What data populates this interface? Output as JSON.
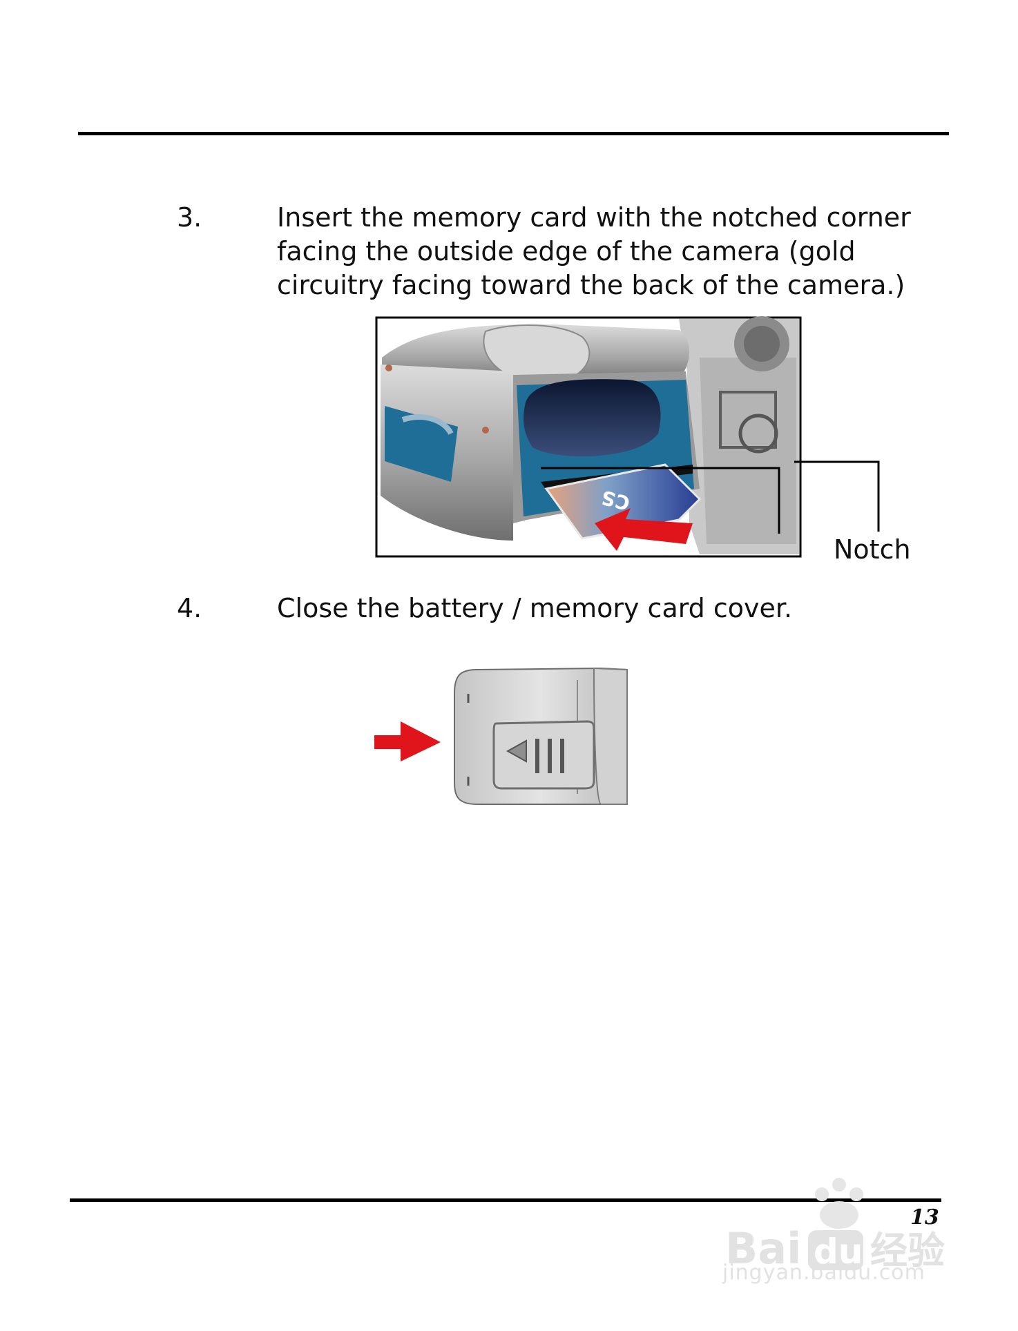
{
  "steps": [
    {
      "number": "3.",
      "lines": [
        "Insert the memory card with the notched corner",
        "facing the outside edge of the camera (gold",
        "circuitry facing toward the back of the camera.)"
      ]
    },
    {
      "number": "4.",
      "lines": [
        "Close the battery / memory card cover."
      ]
    }
  ],
  "figure_card": {
    "callout_label": "Notch",
    "card_label": "CS"
  },
  "page_number": "13",
  "watermark": {
    "logo_text": "Bai du 经验",
    "url": "jingyan.baidu.com"
  },
  "colors": {
    "arrow": "#e0151b",
    "slot_blue": "#1f6e98",
    "card_blue": "#283d93"
  }
}
